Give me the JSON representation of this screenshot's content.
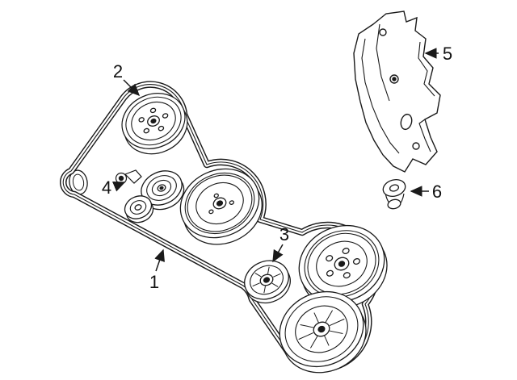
{
  "diagram": {
    "type": "parts-line-drawing",
    "colors": {
      "background": "#ffffff",
      "line": "#1a1a1a"
    }
  },
  "callouts": [
    {
      "label": "1"
    },
    {
      "label": "2"
    },
    {
      "label": "3"
    },
    {
      "label": "4"
    },
    {
      "label": "5"
    },
    {
      "label": "6"
    }
  ]
}
